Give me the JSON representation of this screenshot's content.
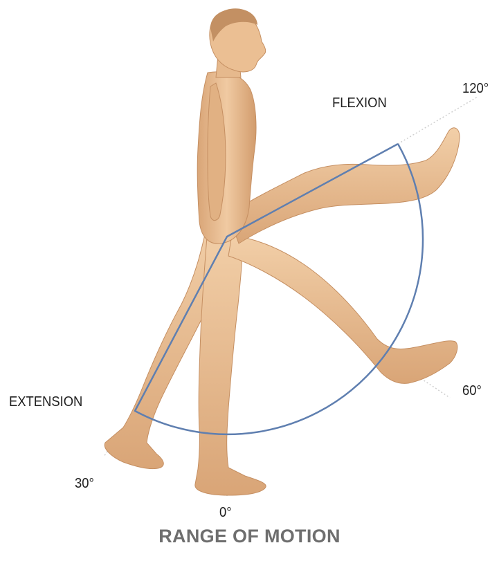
{
  "diagram": {
    "labels": {
      "flexion": "FLEXION",
      "extension": "EXTENSION",
      "deg_120": "120°",
      "deg_60": "60°",
      "deg_30": "30°",
      "deg_0": "0°"
    },
    "title": "RANGE OF MOTION",
    "colors": {
      "arc": "#5f7fb0",
      "skin": "#e8bd92",
      "skin_shadow": "#c99567",
      "reference_line": "#c8c8c8"
    }
  }
}
